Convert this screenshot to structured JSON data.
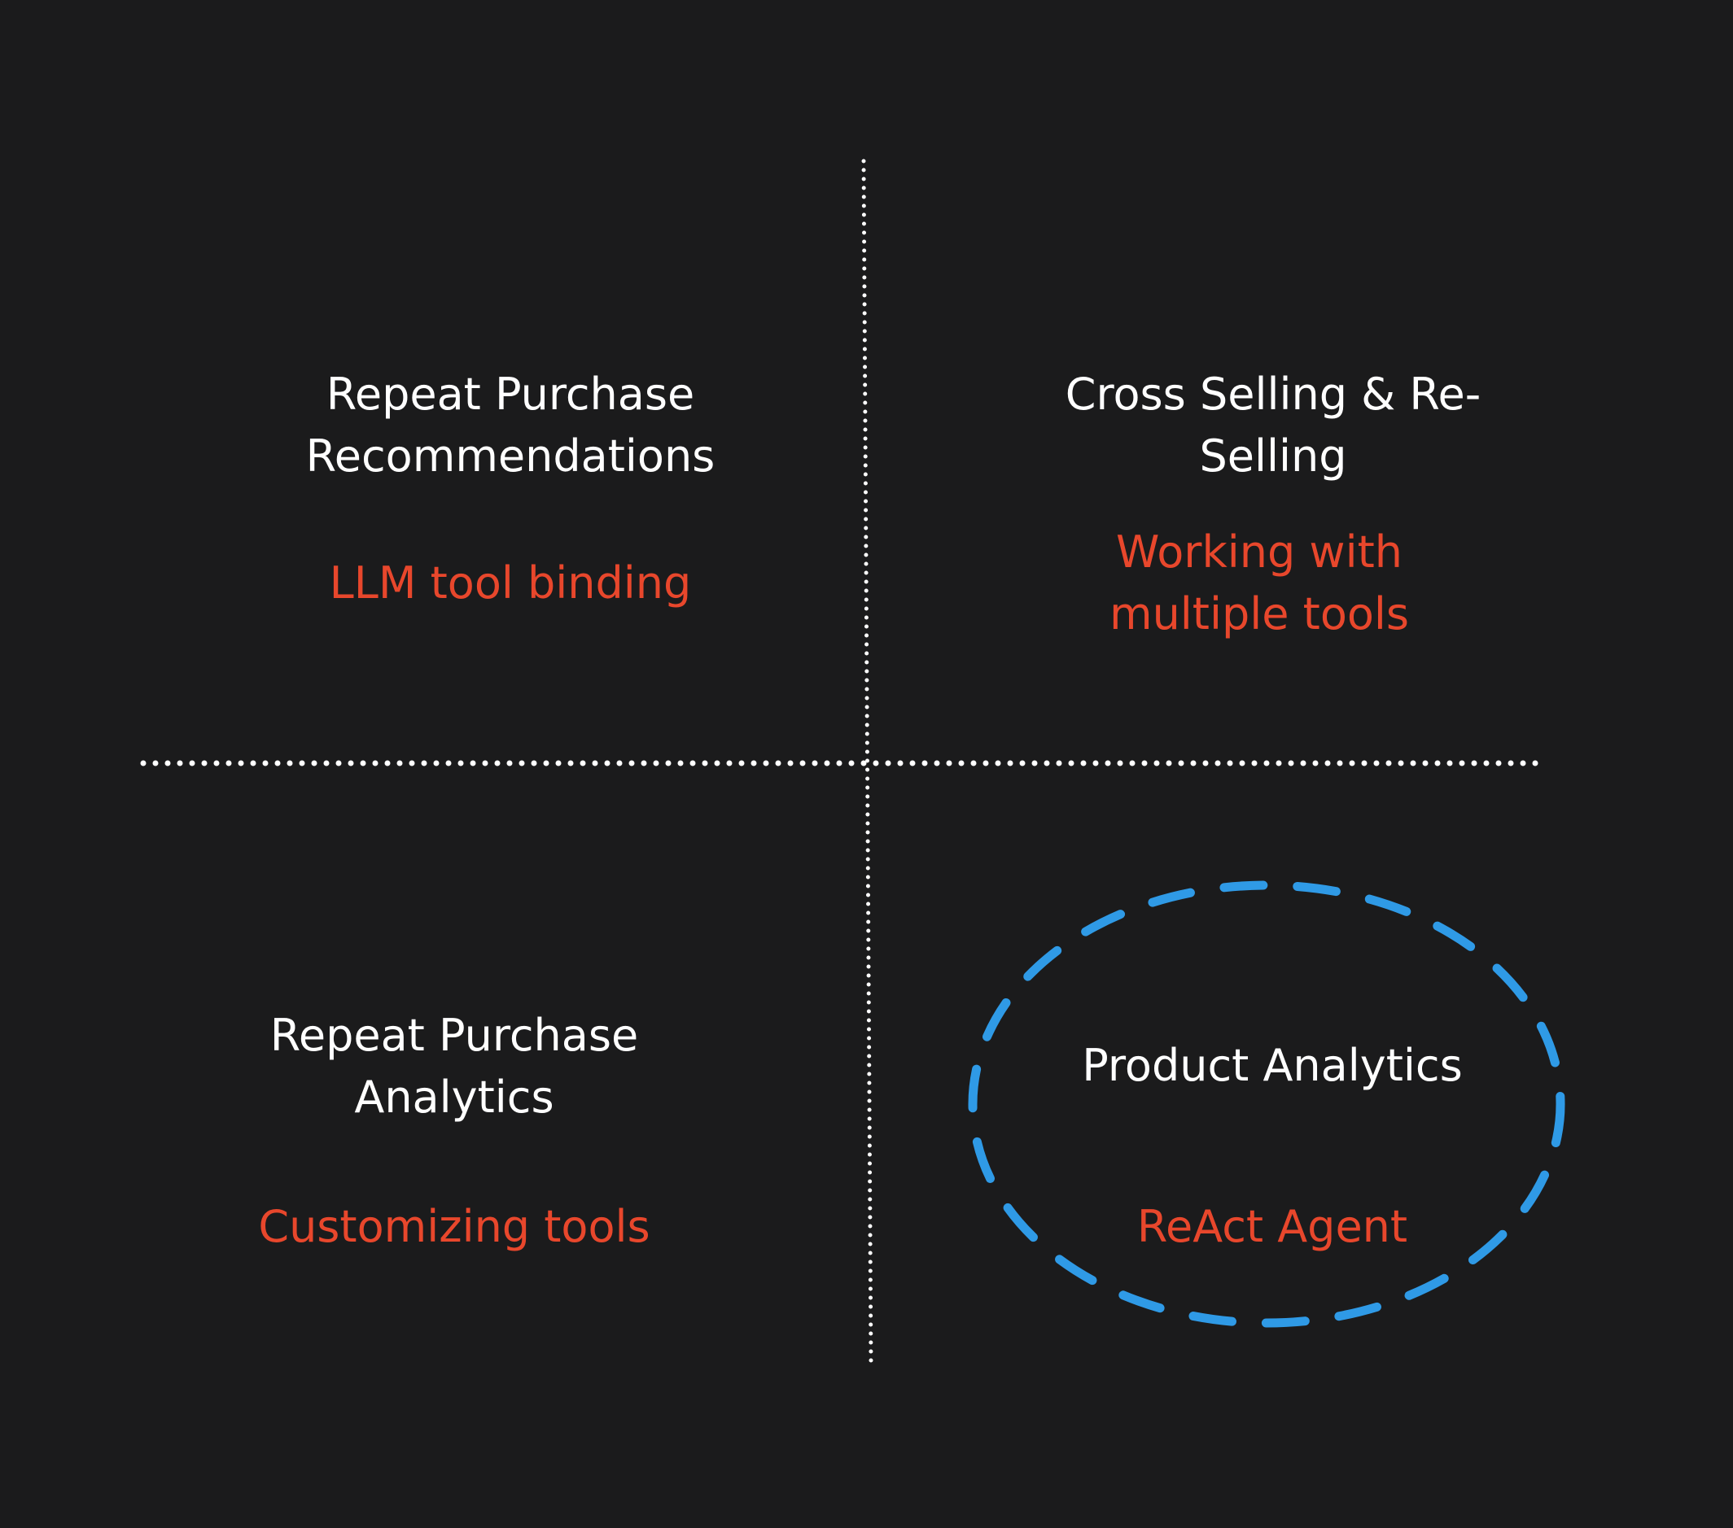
{
  "colors": {
    "background": "#1b1b1c",
    "title_text": "#ffffff",
    "highlight_text": "#e8472c",
    "divider": "#ffffff",
    "focus_ellipse": "#2f9ae6"
  },
  "quadrants": {
    "top_left": {
      "title_lines": [
        "Repeat Purchase",
        "Recommendations"
      ],
      "subtitle_lines": [
        "LLM tool binding"
      ]
    },
    "top_right": {
      "title_lines": [
        "Cross Selling & Re-",
        "Selling"
      ],
      "subtitle_lines": [
        "Working with",
        "multiple tools"
      ]
    },
    "bottom_left": {
      "title_lines": [
        "Repeat Purchase",
        "Analytics"
      ],
      "subtitle_lines": [
        "Customizing tools"
      ]
    },
    "bottom_right": {
      "title_lines": [
        "Product Analytics"
      ],
      "subtitle_lines": [
        "ReAct Agent"
      ],
      "highlighted": true
    }
  }
}
